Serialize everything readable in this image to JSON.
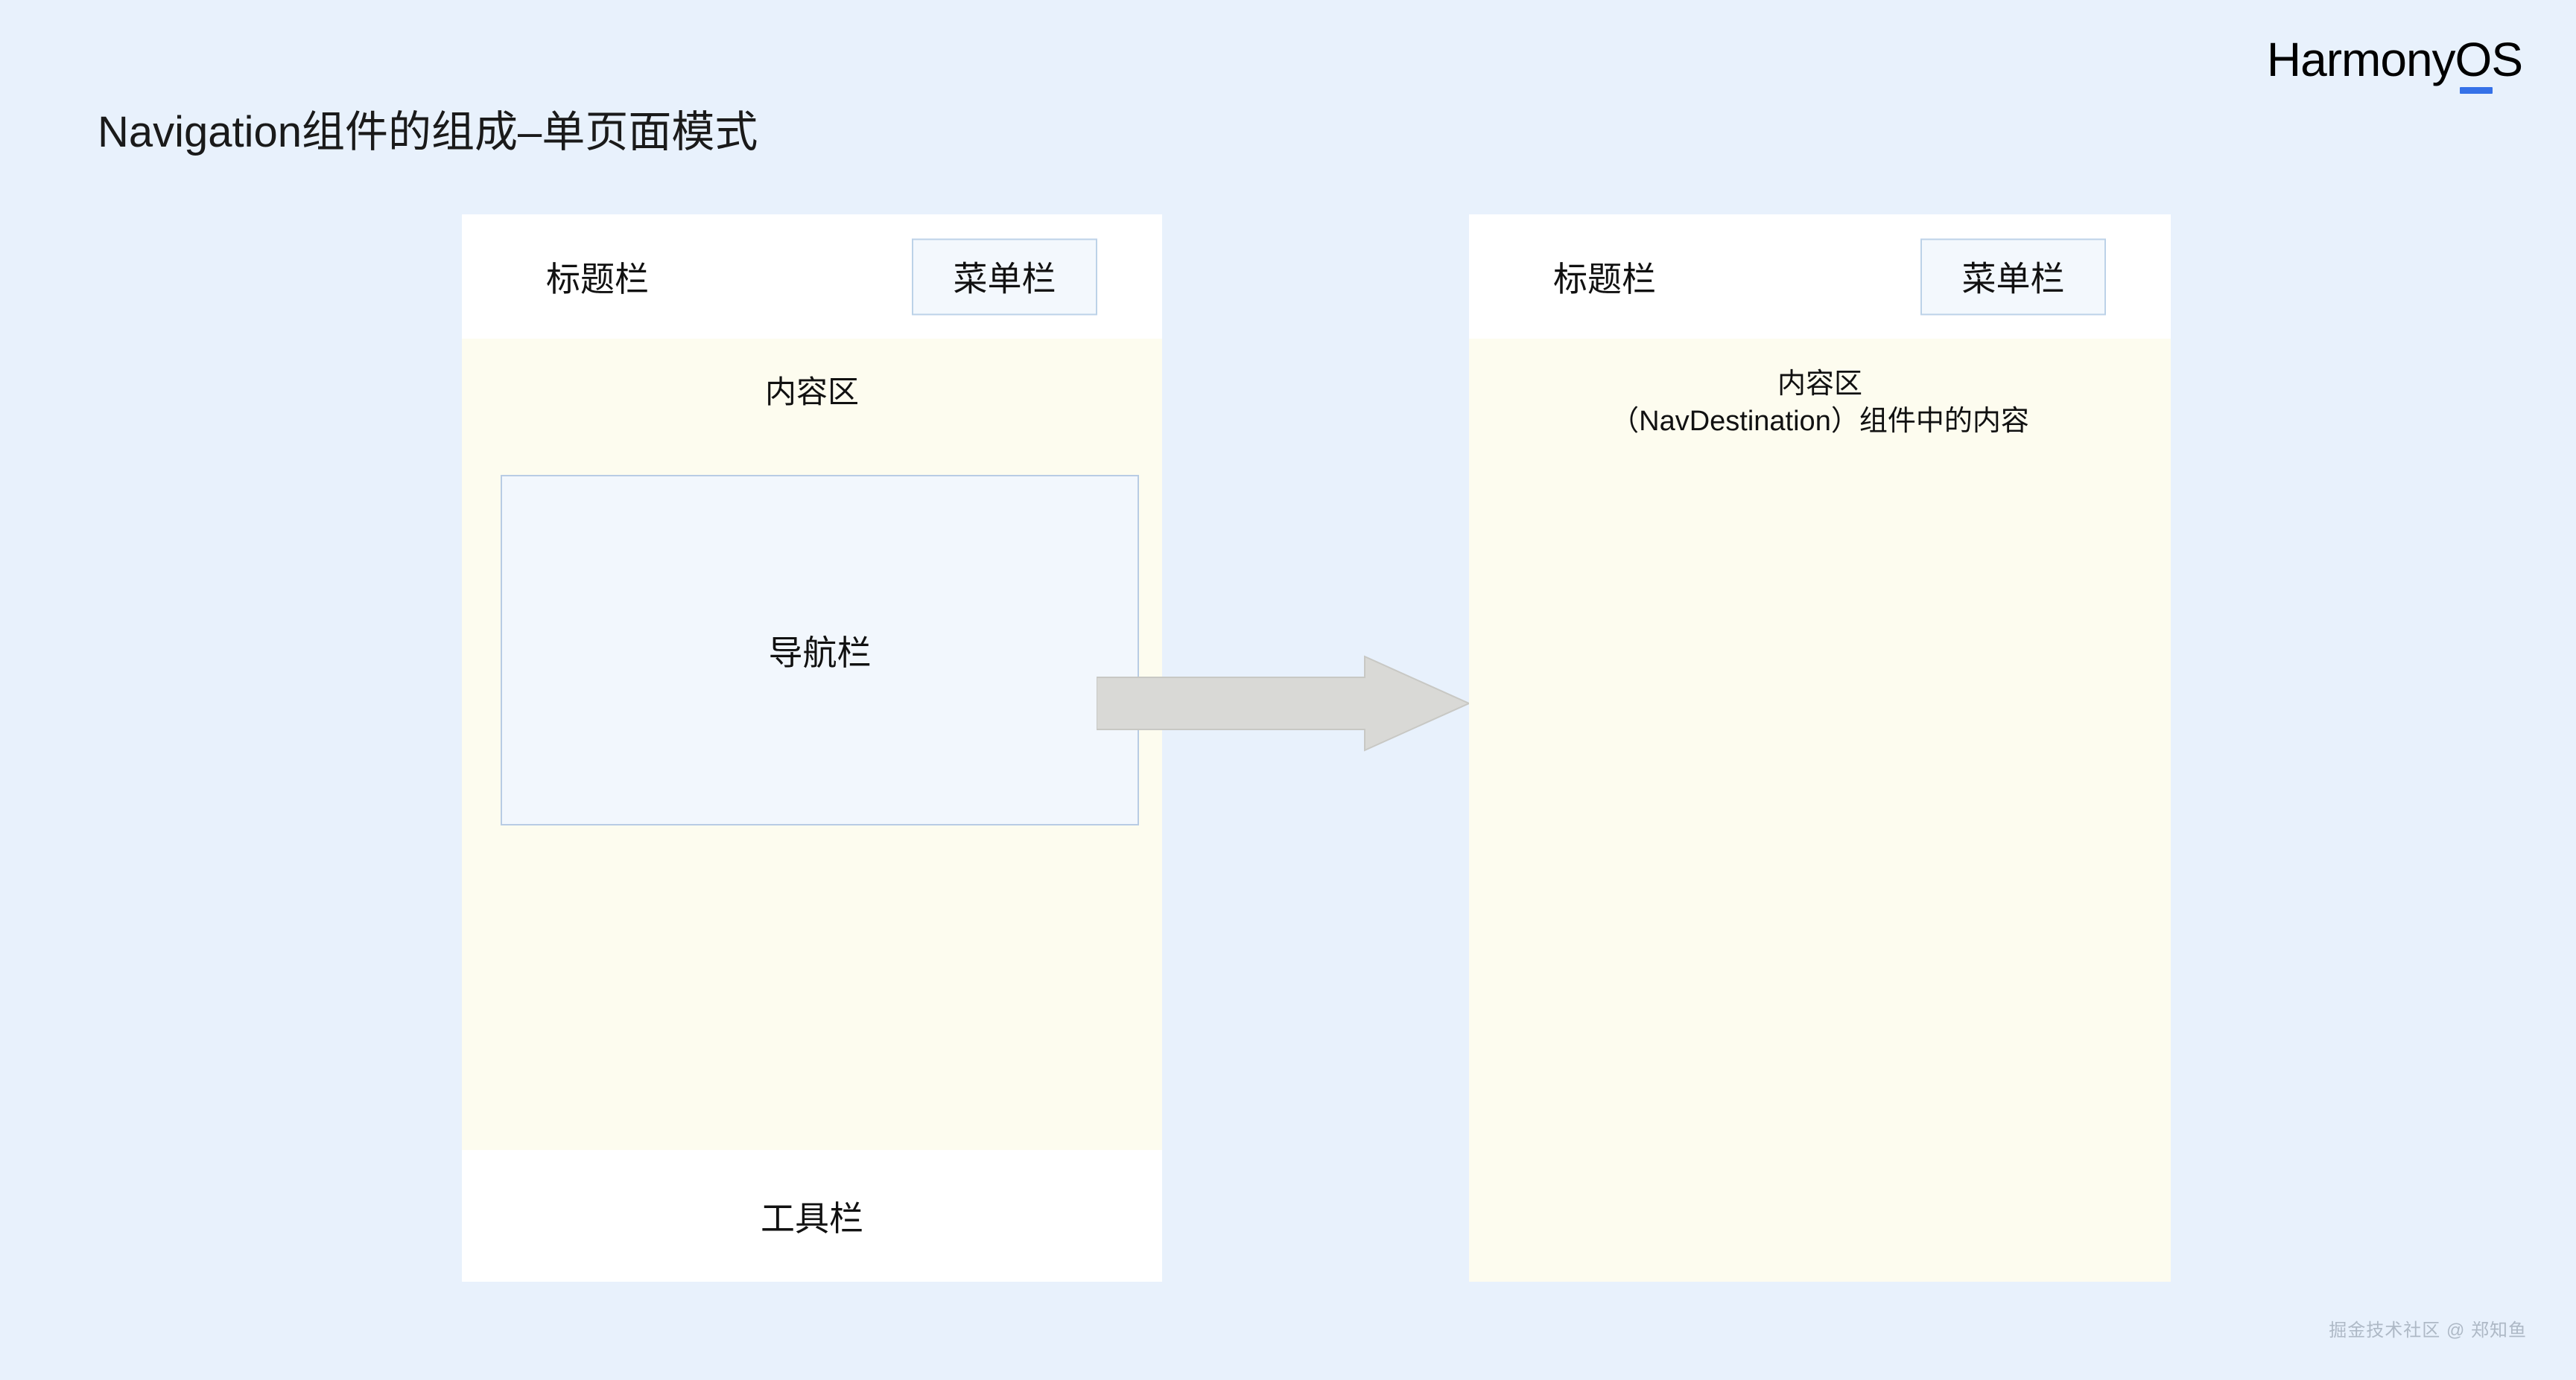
{
  "slide": {
    "background_color": "#e8f1fc",
    "title": "Navigation组件的组成–单页面模式",
    "watermark": "掘金技术社区 @ 郑知鱼"
  },
  "brand": {
    "name_part1": "Harmony",
    "name_part2": "OS",
    "accent_color": "#3571e8"
  },
  "panels": {
    "left": {
      "titlebar_label": "标题栏",
      "menubar_label": "菜单栏",
      "content_label": "内容区",
      "navbar_label": "导航栏",
      "toolbar_label": "工具栏",
      "titlebar_bg": "#ffffff",
      "content_bg": "#fdfcef",
      "navbox_bg": "#f2f7fd",
      "navbox_border": "#b8cce4"
    },
    "right": {
      "titlebar_label": "标题栏",
      "menubar_label": "菜单栏",
      "content_label_line1": "内容区",
      "content_label_line2": "（NavDestination）组件中的内容",
      "titlebar_bg": "#ffffff",
      "content_bg": "#fdfcef"
    }
  },
  "arrow": {
    "direction": "right",
    "fill_color": "#d9d9d6",
    "stroke_color": "#c7c7c3"
  }
}
